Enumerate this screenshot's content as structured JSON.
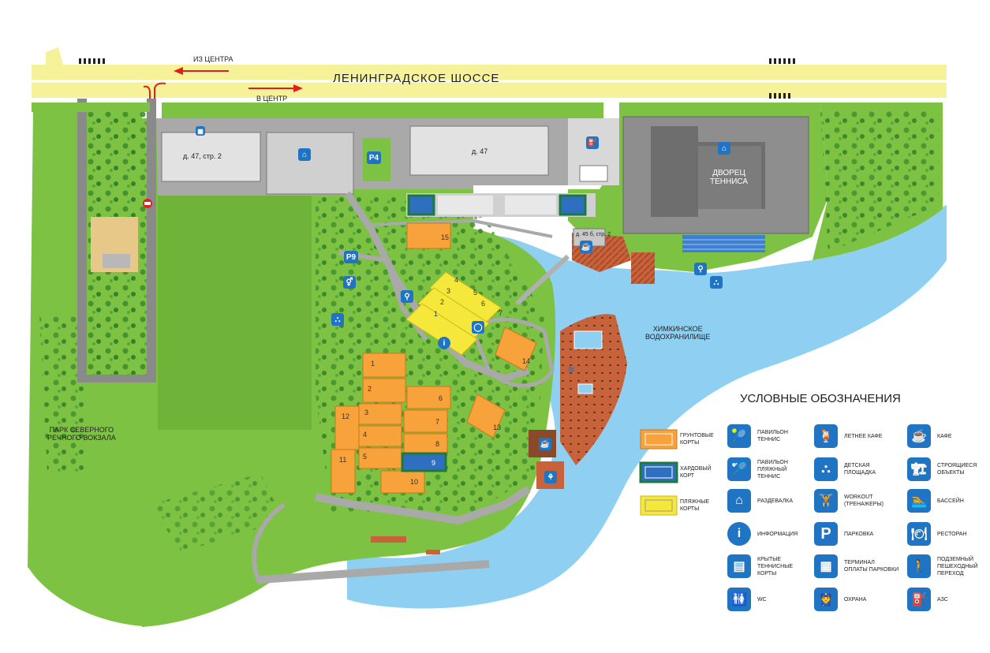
{
  "road": {
    "name": "ЛЕНИНГРАДСКОЕ ШОССЕ",
    "from_center": "ИЗ ЦЕНТРА",
    "to_center": "В ЦЕНТР"
  },
  "buildings": {
    "b47s2": "д. 47, стр. 2",
    "b47": "д. 47",
    "b45b": "д. 45 б, стр. 2",
    "palace": "ДВОРЕЦ\nТЕННИСА"
  },
  "parking": {
    "p4": "P4",
    "p9": "P9"
  },
  "places": {
    "reservoir": "ХИМКИНСКОЕ\nВОДОХРАНИЛИЩЕ",
    "park": "ПАРК СЕВЕРНОГО\nРЕЧНОГО ВОКЗАЛА"
  },
  "courts": [
    "1",
    "2",
    "3",
    "4",
    "5",
    "6",
    "7",
    "8",
    "9",
    "10",
    "11",
    "12",
    "13",
    "14",
    "15"
  ],
  "beach_courts": [
    "1",
    "2",
    "3",
    "4",
    "5",
    "6",
    "7"
  ],
  "legend": {
    "title": "УСЛОВНЫЕ ОБОЗНАЧЕНИЯ",
    "courts": [
      {
        "text": "ГРУНТОВЫЕ\nКОРТЫ",
        "color": "#f7a23a"
      },
      {
        "text": "ХАРДОВЫЙ\nКОРТ",
        "color": "#2f6fc0"
      },
      {
        "text": "ПЛЯЖНЫЕ\nКОРТЫ",
        "color": "#f6e83a"
      }
    ],
    "col1": [
      {
        "icon": "tennis-racket-icon",
        "glyph": "🎾",
        "text": "ПАВИЛЬОН\nТЕННИС"
      },
      {
        "icon": "beach-tennis-icon",
        "glyph": "🏸",
        "text": "ПАВИЛЬОН\nПЛЯЖНЫЙ\nТЕННИС"
      },
      {
        "icon": "hanger-icon",
        "glyph": "⌂",
        "text": "РАЗДЕВАЛКА"
      },
      {
        "icon": "info-icon",
        "glyph": "i",
        "text": "ИНФОРМАЦИЯ"
      },
      {
        "icon": "covered-courts-icon",
        "glyph": "▤",
        "text": "КРЫТЫЕ\nТЕННИСНЫЕ\nКОРТЫ"
      },
      {
        "icon": "wc-icon",
        "glyph": "🚻",
        "text": "WC"
      }
    ],
    "col2": [
      {
        "icon": "summer-cafe-icon",
        "glyph": "🍹",
        "text": "ЛЕТНЕЕ КАФЕ"
      },
      {
        "icon": "playground-icon",
        "glyph": "⛬",
        "text": "ДЕТСКАЯ\nПЛОЩАДКА"
      },
      {
        "icon": "workout-icon",
        "glyph": "🏋",
        "text": "WORKOUT\n(ТРЕНАЖЕРЫ)"
      },
      {
        "icon": "parking-icon",
        "glyph": "P",
        "text": "ПАРКОВКА"
      },
      {
        "icon": "parking-terminal-icon",
        "glyph": "▦",
        "text": "ТЕРМИНАЛ\nОПЛАТЫ ПАРКОВКИ"
      },
      {
        "icon": "security-icon",
        "glyph": "👮",
        "text": "ОХРАНА"
      }
    ],
    "col3": [
      {
        "icon": "cafe-icon",
        "glyph": "☕",
        "text": "КАФЕ"
      },
      {
        "icon": "construction-icon",
        "glyph": "🏗",
        "text": "СТРОЯЩИЕСЯ\nОБЪЕКТЫ"
      },
      {
        "icon": "pool-icon",
        "glyph": "🏊",
        "text": "БАССЕЙН"
      },
      {
        "icon": "restaurant-icon",
        "glyph": "🍽",
        "text": "РЕСТОРАН"
      },
      {
        "icon": "underpass-icon",
        "glyph": "🚶",
        "text": "ПОДЗЕМНЫЙ\nПЕШЕХОДНЫЙ\nПЕРЕХОД"
      },
      {
        "icon": "gas-station-icon",
        "glyph": "⛽",
        "text": "АЗС"
      }
    ]
  },
  "colors": {
    "grass": "#7dc242",
    "water": "#8fd0f2",
    "road": "#f6f29a",
    "asphalt": "#a9a9a9",
    "clay": "#f7a23a",
    "hard": "#2f6fc0",
    "beach": "#f6e83a",
    "icon": "#1f75c4"
  }
}
